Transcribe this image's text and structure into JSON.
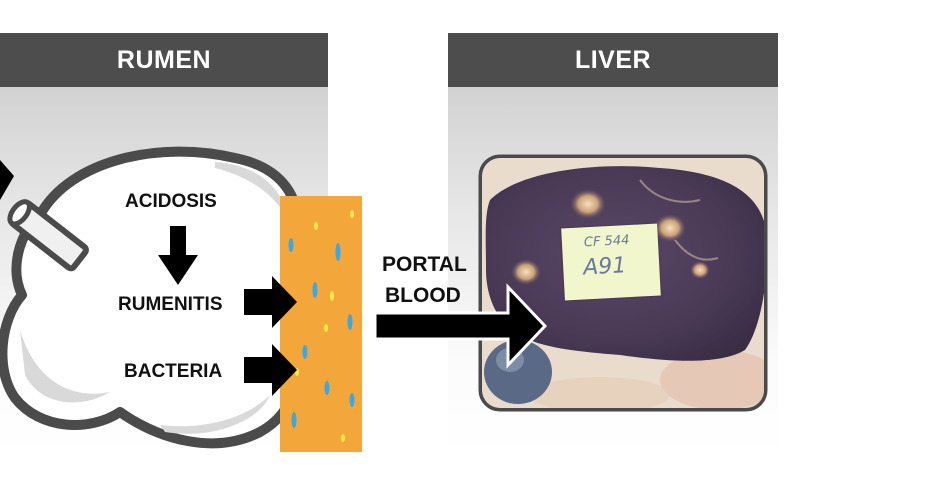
{
  "panels": {
    "rumen": {
      "title": "RUMEN"
    },
    "liver": {
      "title": "LIVER"
    }
  },
  "labels": {
    "acidosis": "ACIDOSIS",
    "rumenitis": "RUMENITIS",
    "bacteria": "BACTERIA",
    "portal": "PORTAL",
    "blood": "BLOOD"
  },
  "photo_tag": {
    "line1": "CF 544",
    "line2": "A91"
  },
  "colors": {
    "header": "#4d4d4d",
    "wall": "#f3a73a",
    "wall_spot_blue": "#3ea6e0",
    "wall_spot_yellow": "#f7e84a",
    "arrow": "#000000",
    "liver": "#4e3e5a"
  }
}
